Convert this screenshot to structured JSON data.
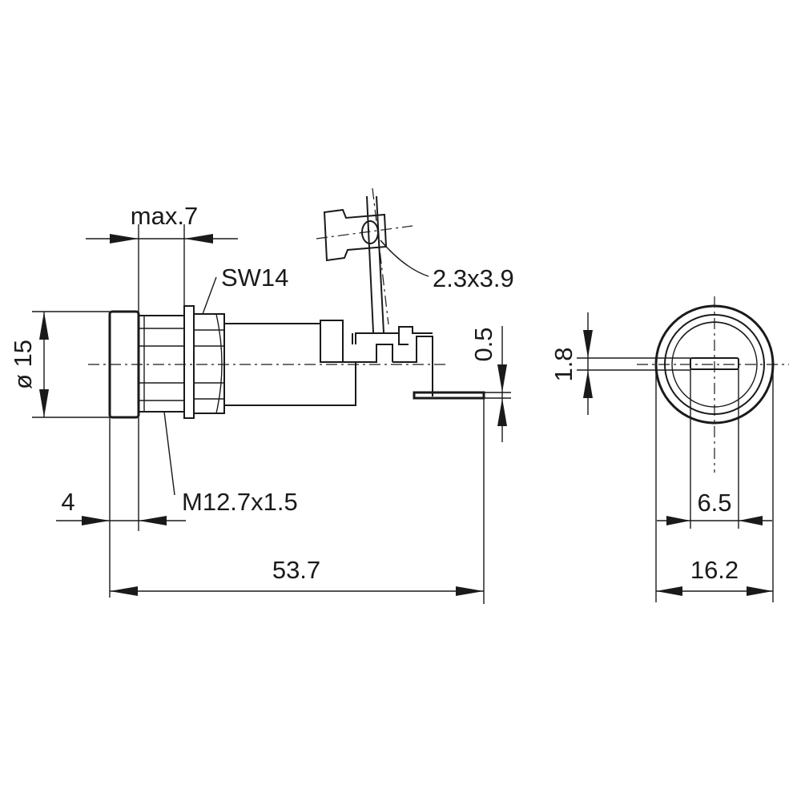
{
  "labels": {
    "max7": "max.7",
    "sw14": "SW14",
    "slot": "2.3x3.9",
    "dia15": "ø 15",
    "d05": "0.5",
    "d18": "1.8",
    "thread": "M12.7x1.5",
    "d4": "4",
    "d537": "53.7",
    "d65": "6.5",
    "d162": "16.2"
  }
}
